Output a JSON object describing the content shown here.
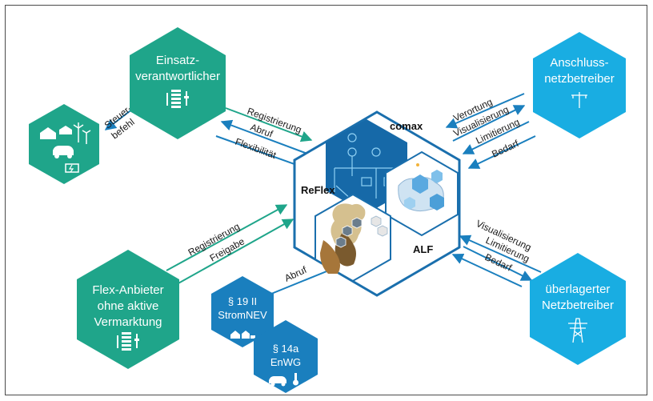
{
  "nodes": {
    "einsatz": {
      "line1": "Einsatz-",
      "line2": "verantwortlicher"
    },
    "flex_anbieter": {
      "line1": "Flex-Anbieter",
      "line2": "ohne aktive",
      "line3": "Vermarktung"
    },
    "anschluss": {
      "line1": "Anschluss-",
      "line2": "netzbetreiber"
    },
    "ueberlagert": {
      "line1": "überlagerter",
      "line2": "Netzbetreiber"
    },
    "strom_nev": {
      "line1": "§ 19 II",
      "line2": "StromNEV"
    },
    "enwg": {
      "line1": "§ 14a",
      "line2": "EnWG"
    }
  },
  "center": {
    "comax": "comax",
    "reflex": "ReFlex",
    "alf": "ALF"
  },
  "edges": {
    "steuerbefehl": {
      "line1": "Steuer-",
      "line2": "befehl"
    },
    "einsatz_registrierung": "Registrierung",
    "einsatz_abruf": "Abruf",
    "einsatz_flexibilitaet": "Flexibilität",
    "flex_registrierung": "Registrierung",
    "flex_freigabe": "Freigabe",
    "abruf_paragraph": "Abruf",
    "anschluss_verortung": "Verortung",
    "anschluss_visualisierung": "Visualisierung",
    "anschluss_limitierung": "Limitierung",
    "anschluss_bedarf": "Bedarf",
    "ueber_visualisierung": "Visualisierung",
    "ueber_limitierung": "Limitierung",
    "ueber_bedarf": "Bedarf"
  },
  "colors": {
    "green": "#1fa58a",
    "light_blue": "#19ade2",
    "dark_blue": "#1a7fbe",
    "center_border": "#1a6fad"
  },
  "icons": [
    "settlement-icon",
    "bar-chart-icon",
    "power-pylon-icon",
    "car-charging-icon",
    "thermometer-icon",
    "map-icon"
  ]
}
